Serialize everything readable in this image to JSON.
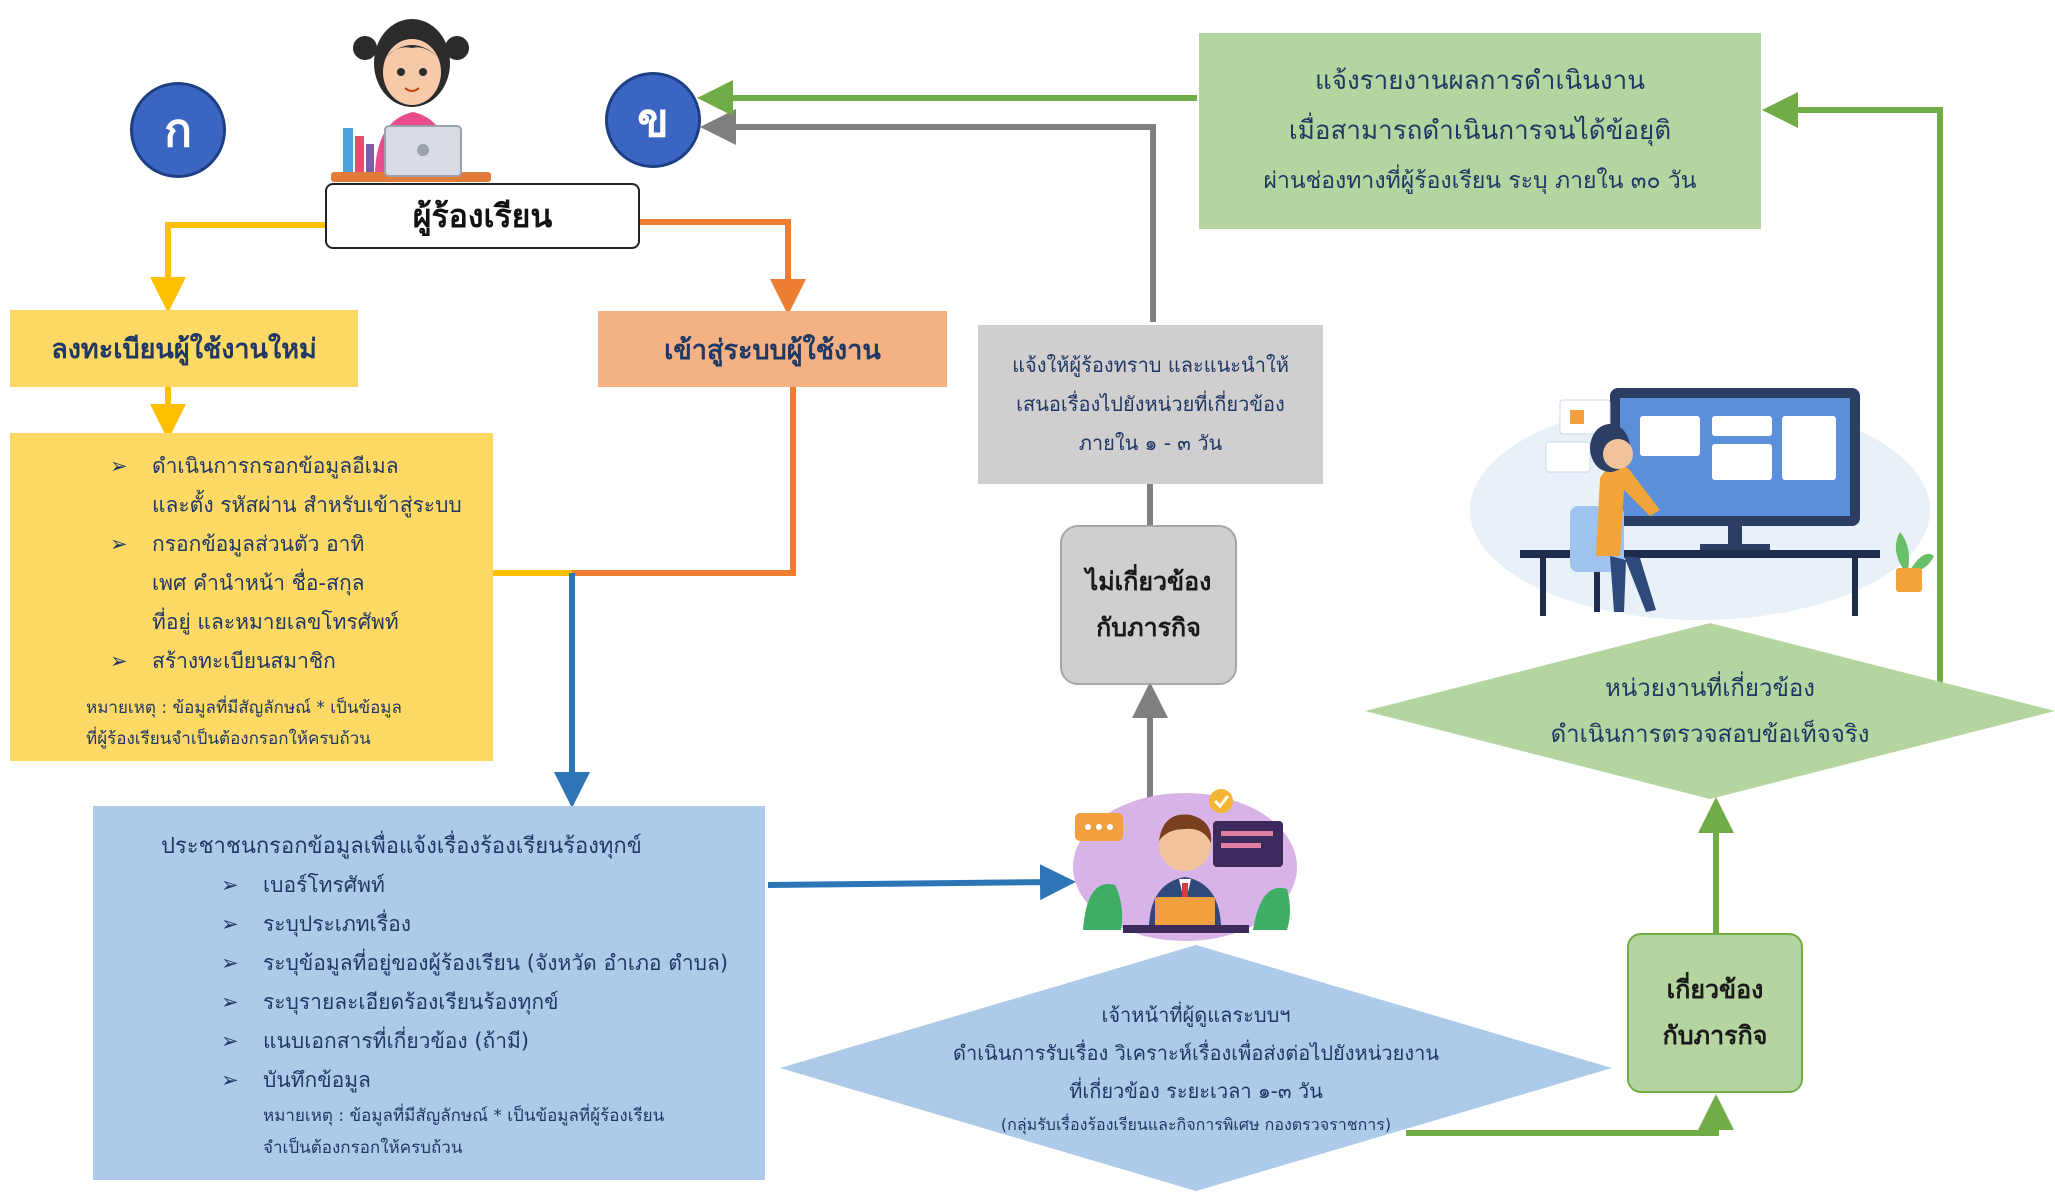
{
  "complainant": {
    "label": "ผู้ร้องเรียน"
  },
  "badges": {
    "ko": "ก",
    "kho": "ข"
  },
  "register": {
    "title": "ลงทะเบียนผู้ใช้งานใหม่",
    "steps": [
      "ดำเนินการกรอกข้อมูลอีเมล\nและตั้ง รหัสผ่าน สำหรับเข้าสู่ระบบ",
      "กรอกข้อมูลส่วนตัว อาทิ\nเพศ คำนำหน้า ชื่อ-สกุล\nที่อยู่ และหมายเลขโทรศัพท์",
      "สร้างทะเบียนสมาชิก"
    ],
    "note": "หมายเหตุ : ข้อมูลที่มีสัญลักษณ์ * เป็นข้อมูล\nที่ผู้ร้องเรียนจำเป็นต้องกรอกให้ครบถ้วน"
  },
  "login": {
    "title": "เข้าสู่ระบบผู้ใช้งาน"
  },
  "complaint_form": {
    "title": "ประชาชนกรอกข้อมูลเพื่อแจ้งเรื่องร้องเรียนร้องทุกข์",
    "items": [
      "เบอร์โทรศัพท์",
      "ระบุประเภทเรื่อง",
      "ระบุข้อมูลที่อยู่ของผู้ร้องเรียน (จังหวัด อำเภอ ตำบล)",
      "ระบุรายละเอียดร้องเรียนร้องทุกข์",
      "แนบเอกสารที่เกี่ยวข้อง (ถ้ามี)",
      "บันทึกข้อมูล"
    ],
    "note": "หมายเหตุ : ข้อมูลที่มีสัญลักษณ์ * เป็นข้อมูลที่ผู้ร้องเรียน\nจำเป็นต้องกรอกให้ครบถ้วน"
  },
  "officer": {
    "lines": [
      "เจ้าหน้าที่ผู้ดูแลระบบฯ",
      "ดำเนินการรับเรื่อง วิเคราะห์เรื่องเพื่อส่งต่อไปยังหน่วยงาน",
      "ที่เกี่ยวข้อง ระยะเวลา ๑-๓ วัน"
    ],
    "sub": "(กลุ่มรับเรื่องร้องเรียนและกิจการพิเศษ กองตรวจราชการ)"
  },
  "not_related": {
    "label": "ไม่เกี่ยวข้อง\nกับภารกิจ"
  },
  "notify": {
    "text": "แจ้งให้ผู้ร้องทราบ และแนะนำให้\nเสนอเรื่องไปยังหน่วยที่เกี่ยวข้อง\nภายใน ๑ - ๓ วัน"
  },
  "related": {
    "label": "เกี่ยวข้อง\nกับภารกิจ"
  },
  "agency": {
    "lines": [
      "หน่วยงานที่เกี่ยวข้อง",
      "ดำเนินการตรวจสอบข้อเท็จจริง"
    ]
  },
  "report": {
    "lines": [
      "แจ้งรายงานผลการดำเนินงาน",
      "เมื่อสามารถดำเนินการจนได้ข้อยุติ",
      "ผ่านช่องทางที่ผู้ร้องเรียน ระบุ ภายใน ๓๐ วัน"
    ]
  },
  "colors": {
    "yellow_fill": "#ffd966",
    "yellow_line": "#ffc000",
    "orange_fill": "#f4b183",
    "orange_line": "#ed7d31",
    "blue_fill": "#adcbe8",
    "blue_line": "#2e75b6",
    "gray_fill": "#d0cece",
    "gray_line": "#7f7f7f",
    "green_fill": "#b5d5a0",
    "green_line": "#70ad47",
    "text": "#1f3864",
    "badge": "#3a66c2"
  }
}
